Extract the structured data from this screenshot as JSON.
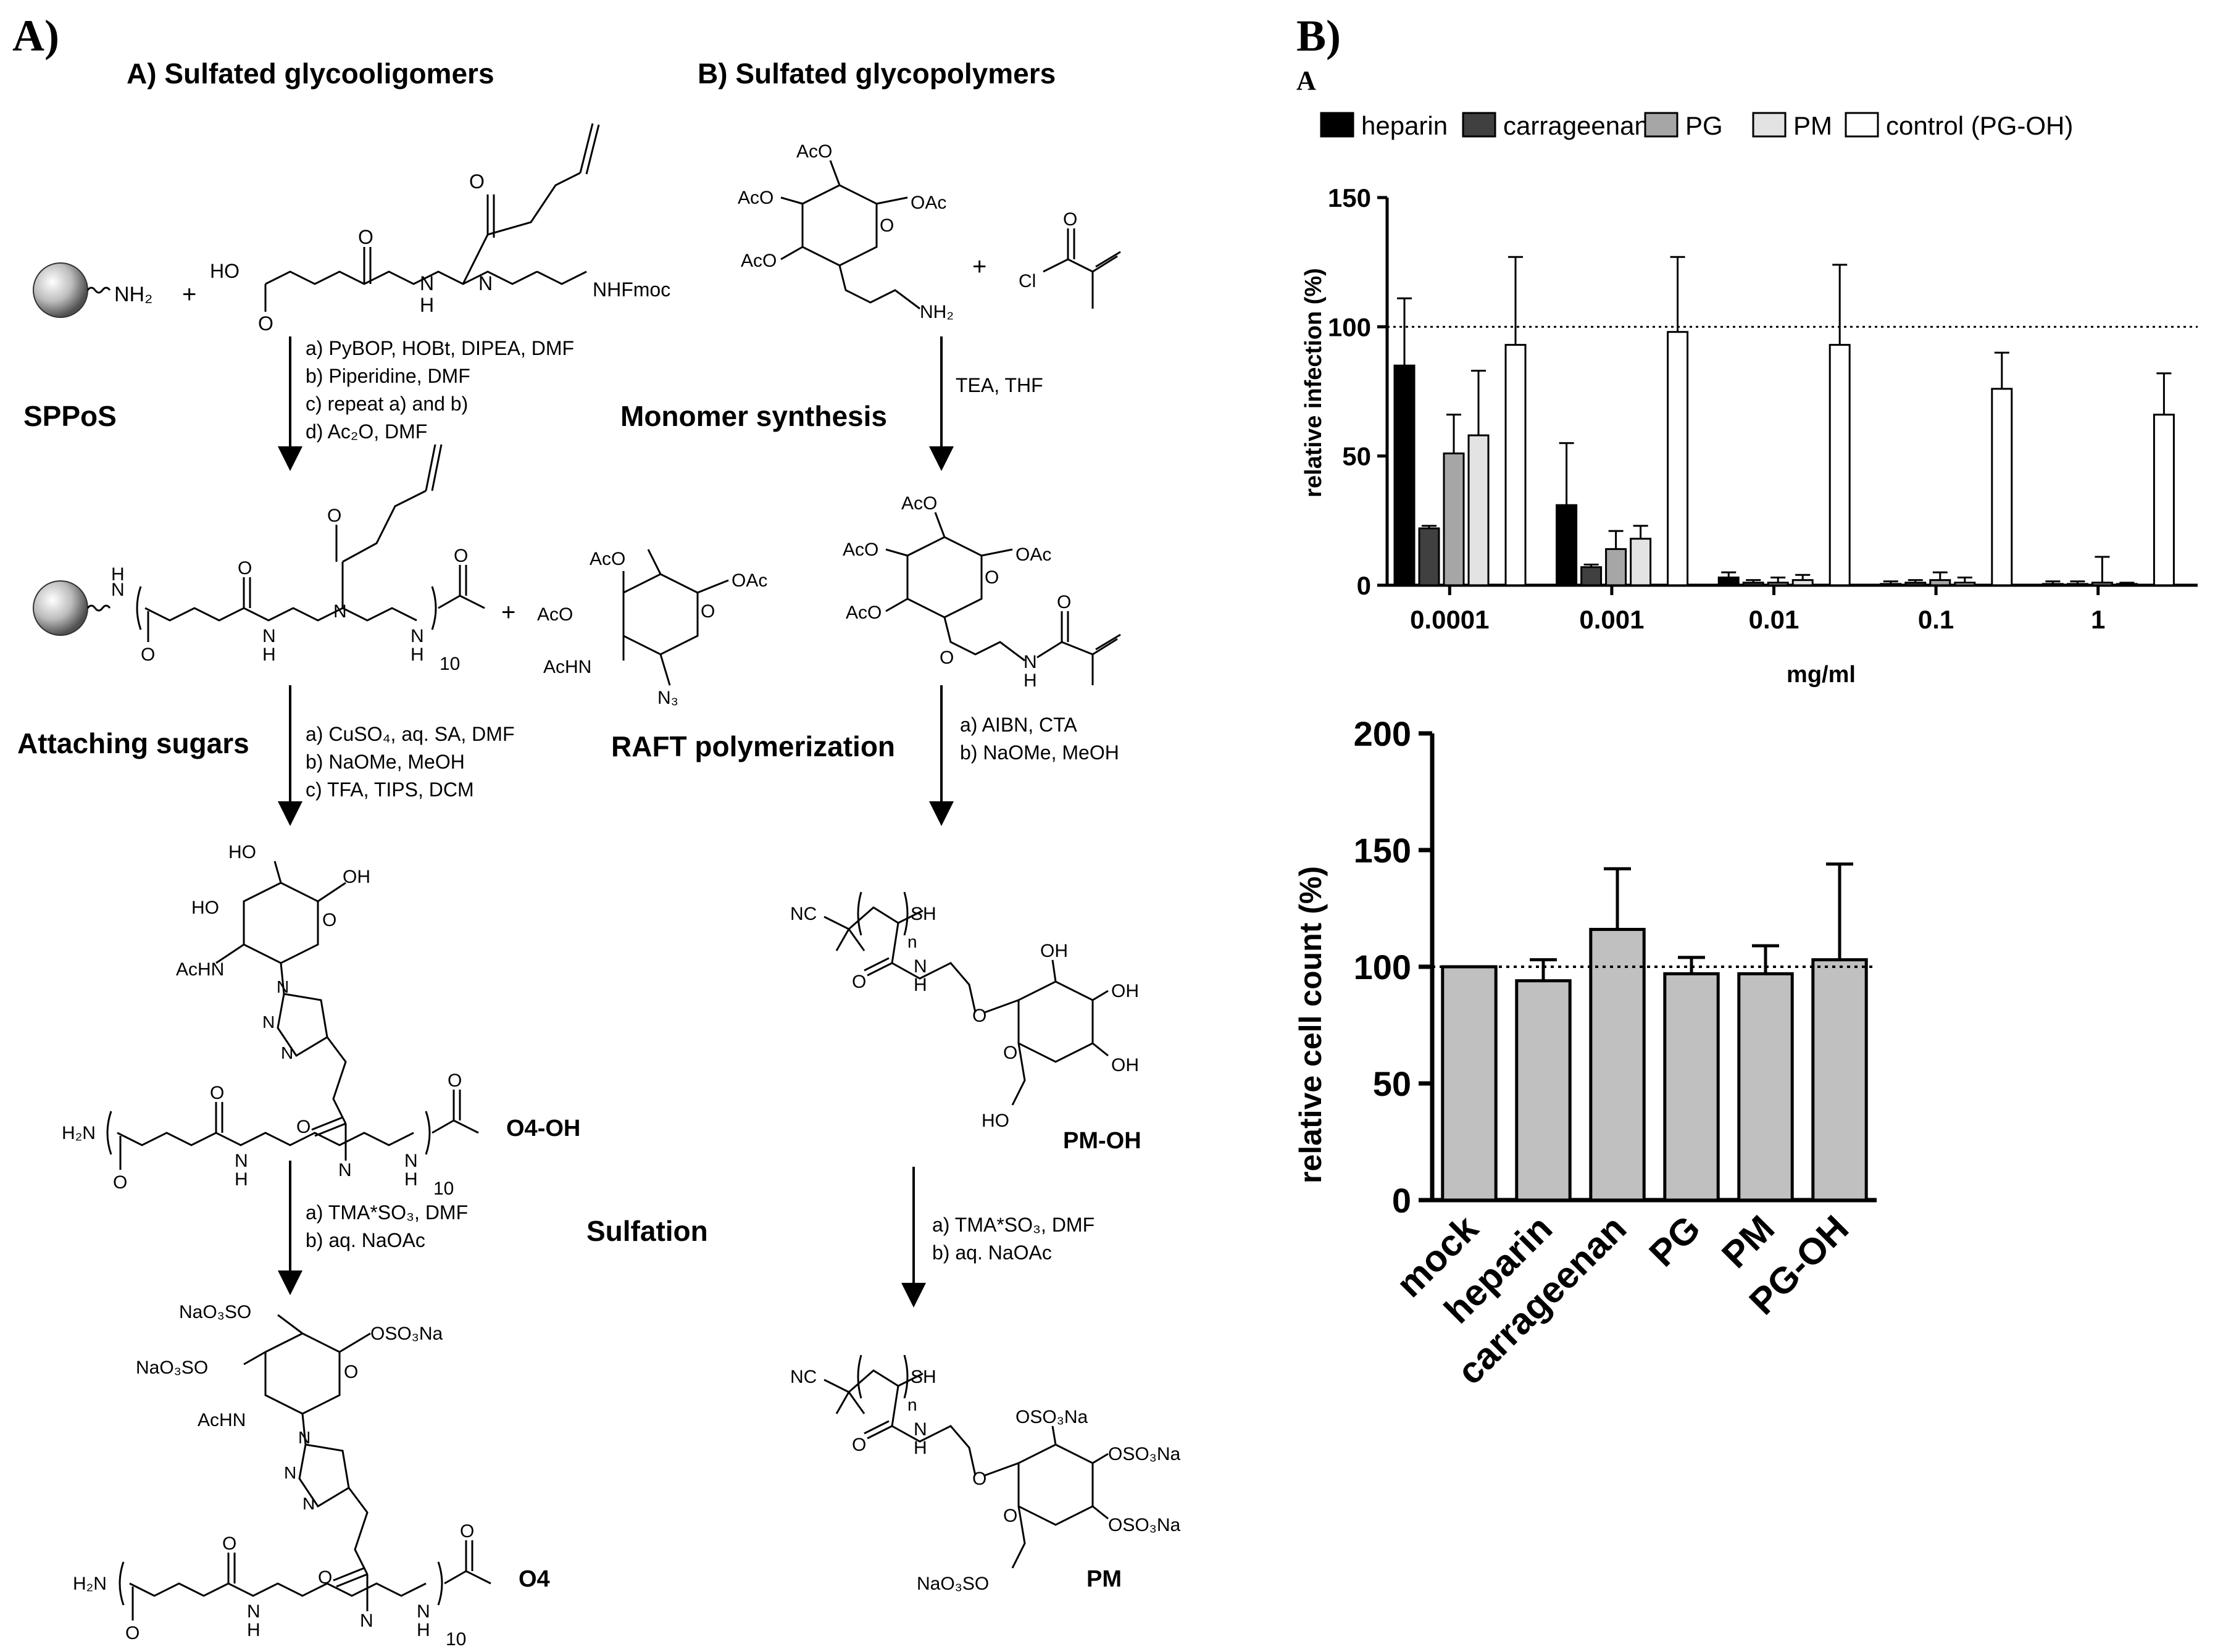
{
  "panel_labels": {
    "left": "A)",
    "right": "B)",
    "sub": "A"
  },
  "scheme": {
    "left_title": "A) Sulfated glycooligomers",
    "right_title": "B) Sulfated glycopolymers",
    "labels": {
      "sppos": "SPPoS",
      "attaching": "Attaching sugars",
      "sulfation": "Sulfation",
      "monomer": "Monomer synthesis",
      "raft": "RAFT polymerization",
      "o4oh": "O4-OH",
      "o4": "O4",
      "pmoh": "PM-OH",
      "pm": "PM"
    },
    "steps": {
      "s1": [
        "a) PyBOP, HOBt, DIPEA, DMF",
        "b) Piperidine, DMF",
        "c) repeat a) and b)",
        "d) Ac₂O, DMF"
      ],
      "s2": [
        "a) CuSO₄, aq. SA, DMF",
        "b) NaOMe, MeOH",
        "c) TFA, TIPS, DCM"
      ],
      "s3": [
        "a) TMA*SO₃, DMF",
        "b) aq. NaOAc"
      ],
      "r1": [
        "TEA, THF"
      ],
      "r2": [
        "a) AIBN, CTA",
        "b) NaOMe, MeOH"
      ],
      "r3": [
        "a) TMA*SO₃, DMF",
        "b) aq. NaOAc"
      ]
    },
    "chem": {
      "nh2": "NH₂",
      "plus": "+",
      "ho": "HO",
      "nhfmoc": "NHFmoc",
      "n": "N",
      "h": "H",
      "o": "O",
      "sub10": "10",
      "aco": "AcO",
      "oac": "OAc",
      "achn": "AcHN",
      "n3": "N₃",
      "oh": "OH",
      "h2n": "H₂N",
      "cl": "Cl",
      "nc": "NC",
      "sh": "SH",
      "sub_n": "n",
      "naO3so": "NaO₃SO",
      "oso3na": "OSO₃Na"
    }
  },
  "colors": {
    "heparin": "#000000",
    "carrageenan": "#404040",
    "PG": "#a6a6a6",
    "PM": "#e3e3e3",
    "control": "#ffffff",
    "cellbar": "#c0c0c0"
  },
  "chart_data": [
    {
      "type": "bar",
      "ylabel": "relative infection (%)",
      "xlabel": "mg/ml",
      "ylim": [
        0,
        150
      ],
      "yticks": [
        "0",
        "50",
        "100",
        "150"
      ],
      "reference_line": 100,
      "categories": [
        "0.0001",
        "0.001",
        "0.01",
        "0.1",
        "1"
      ],
      "series": [
        {
          "name": "heparin",
          "values": [
            85,
            31,
            3,
            0.5,
            0.5
          ],
          "errors": [
            26,
            24,
            2,
            1,
            1
          ]
        },
        {
          "name": "carrageenan",
          "values": [
            22,
            7,
            1,
            1,
            0.5
          ],
          "errors": [
            1,
            1,
            1,
            1,
            1
          ]
        },
        {
          "name": "PG",
          "values": [
            51,
            14,
            1,
            2,
            1
          ],
          "errors": [
            15,
            7,
            2,
            3,
            10
          ]
        },
        {
          "name": "PM",
          "values": [
            58,
            18,
            2,
            1,
            0.5
          ],
          "errors": [
            25,
            5,
            2,
            2,
            0.5
          ]
        },
        {
          "name": "control (PG-OH)",
          "values": [
            93,
            98,
            93,
            76,
            66
          ],
          "errors": [
            34,
            29,
            31,
            14,
            16
          ]
        }
      ],
      "legend": "top"
    },
    {
      "type": "bar",
      "ylabel": "relative cell count (%)",
      "ylim": [
        0,
        200
      ],
      "yticks": [
        "0",
        "50",
        "100",
        "150",
        "200"
      ],
      "reference_line": 100,
      "categories": [
        "mock",
        "heparin",
        "carrageenan",
        "PG",
        "PM",
        "PG-OH"
      ],
      "values": [
        100,
        94,
        116,
        97,
        97,
        103
      ],
      "errors": [
        0,
        9,
        26,
        7,
        12,
        41
      ]
    }
  ]
}
